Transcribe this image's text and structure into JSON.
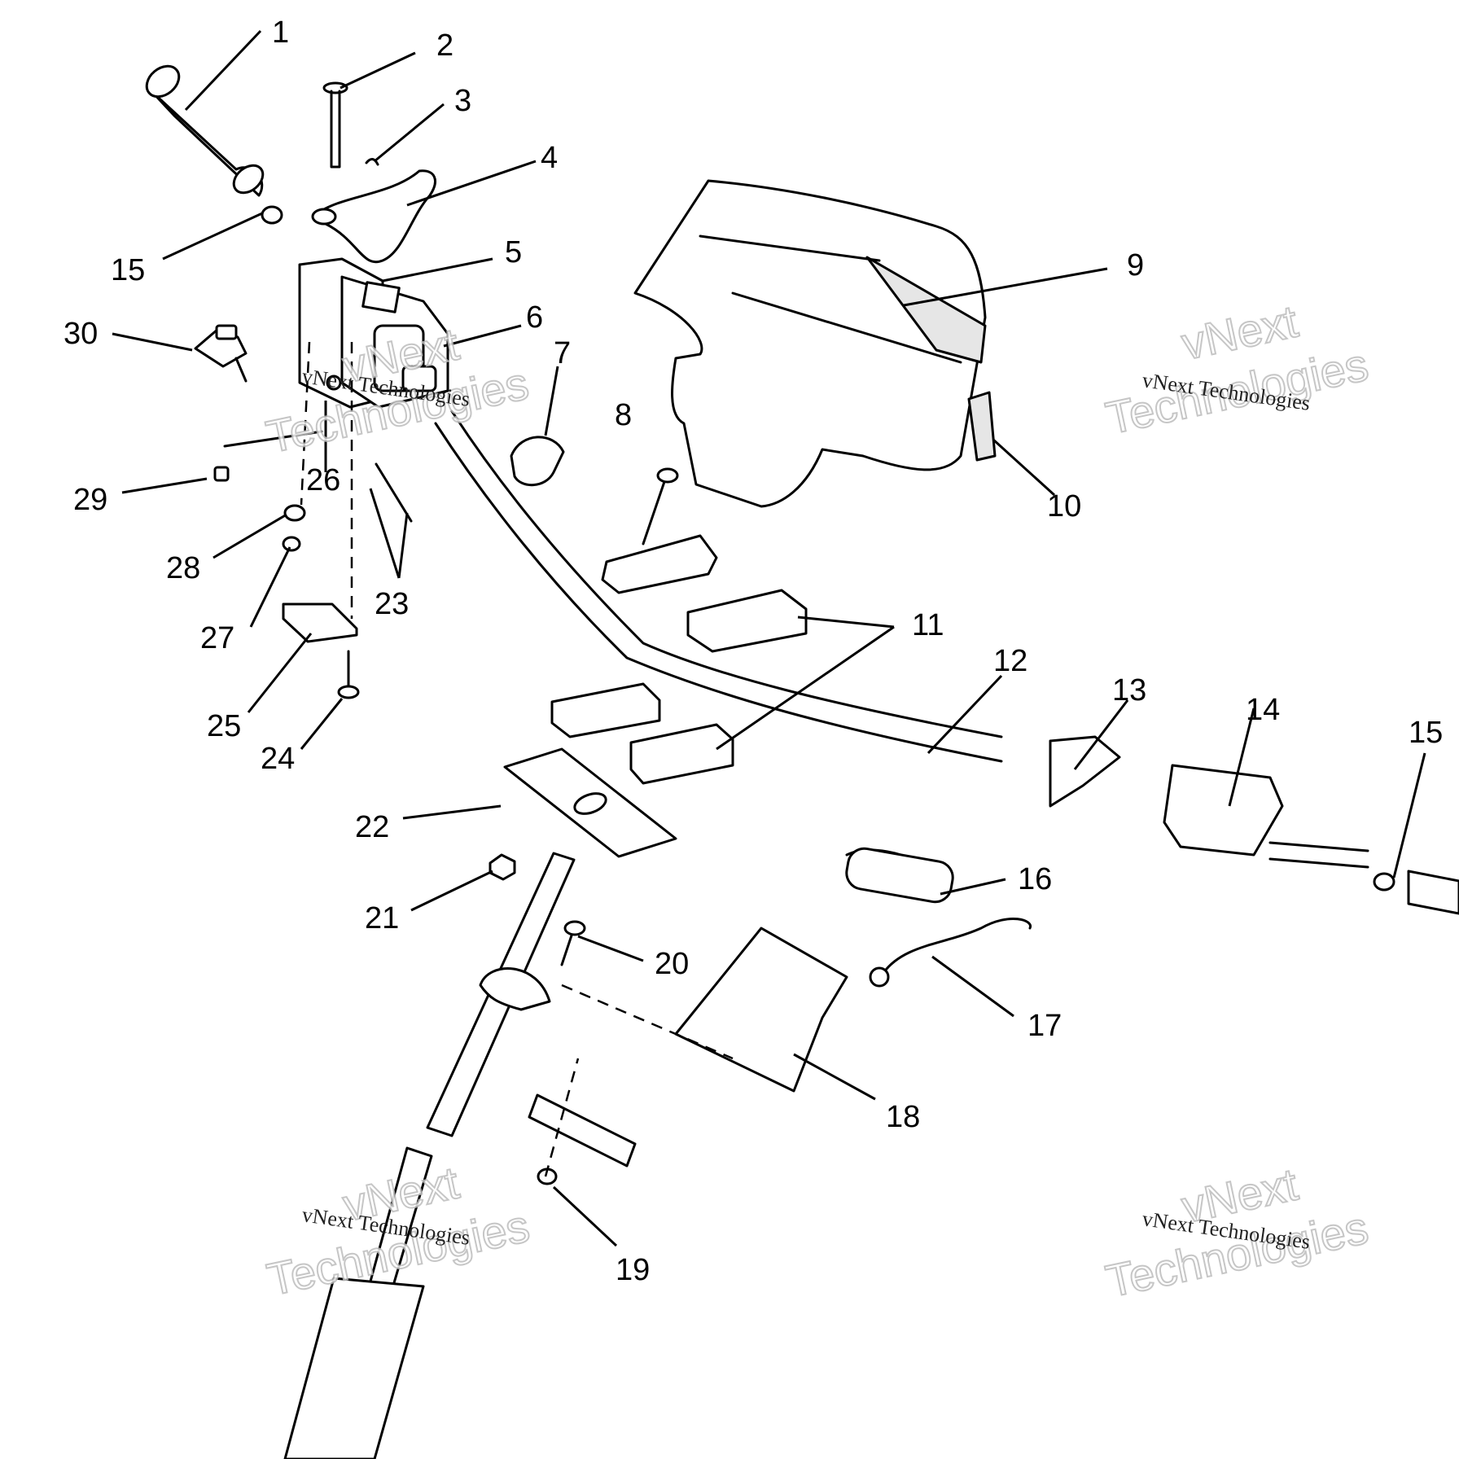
{
  "callouts": {
    "c1": "1",
    "c2": "2",
    "c3": "3",
    "c4": "4",
    "c5": "5",
    "c6": "6",
    "c7": "7",
    "c8": "8",
    "c9": "9",
    "c10": "10",
    "c11": "11",
    "c12": "12",
    "c13": "13",
    "c14": "14",
    "c15a": "15",
    "c15b": "15",
    "c16": "16",
    "c17": "17",
    "c18": "18",
    "c19": "19",
    "c20": "20",
    "c21": "21",
    "c22": "22",
    "c23": "23",
    "c24": "24",
    "c25": "25",
    "c26": "26",
    "c27": "27",
    "c28": "28",
    "c29": "29",
    "c30": "30"
  },
  "watermark": {
    "brand_line1": "vNext",
    "brand_line2": "Technologies",
    "small": "vNext Technologies"
  }
}
